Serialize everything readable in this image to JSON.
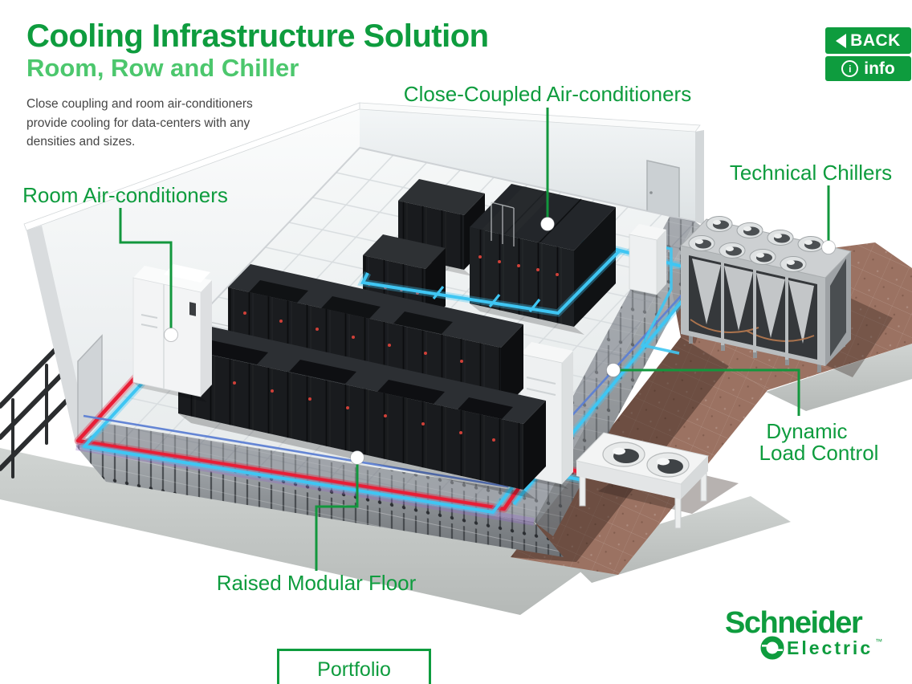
{
  "header": {
    "title": "Cooling Infrastructure Solution",
    "subtitle": "Room, Row and Chiller",
    "description": "Close coupling and room air-conditioners provide cooling for data-centers with any densities and sizes."
  },
  "nav": {
    "back_label": "BACK",
    "back_icon": "◀",
    "info_label": "info",
    "info_icon": "i"
  },
  "hotspots": {
    "close_coupled": "Close-Coupled Air-conditioners",
    "technical_chillers": "Technical Chillers",
    "room_ac": "Room Air-conditioners",
    "dynamic_load_line1": "Dynamic",
    "dynamic_load_line2": "Load Control",
    "raised_floor": "Raised Modular Floor"
  },
  "footer": {
    "portfolio_label": "Portfolio"
  },
  "brand": {
    "name": "Schneider",
    "division": "Electric",
    "trademark": "™"
  },
  "colors": {
    "primary_green": "#0e9c3e",
    "light_green": "#4cc76d",
    "pipe_cyan": "#3fc6f3",
    "pipe_red": "#e81e36",
    "control_blue": "#5d7fd3",
    "body_text": "#454545"
  }
}
